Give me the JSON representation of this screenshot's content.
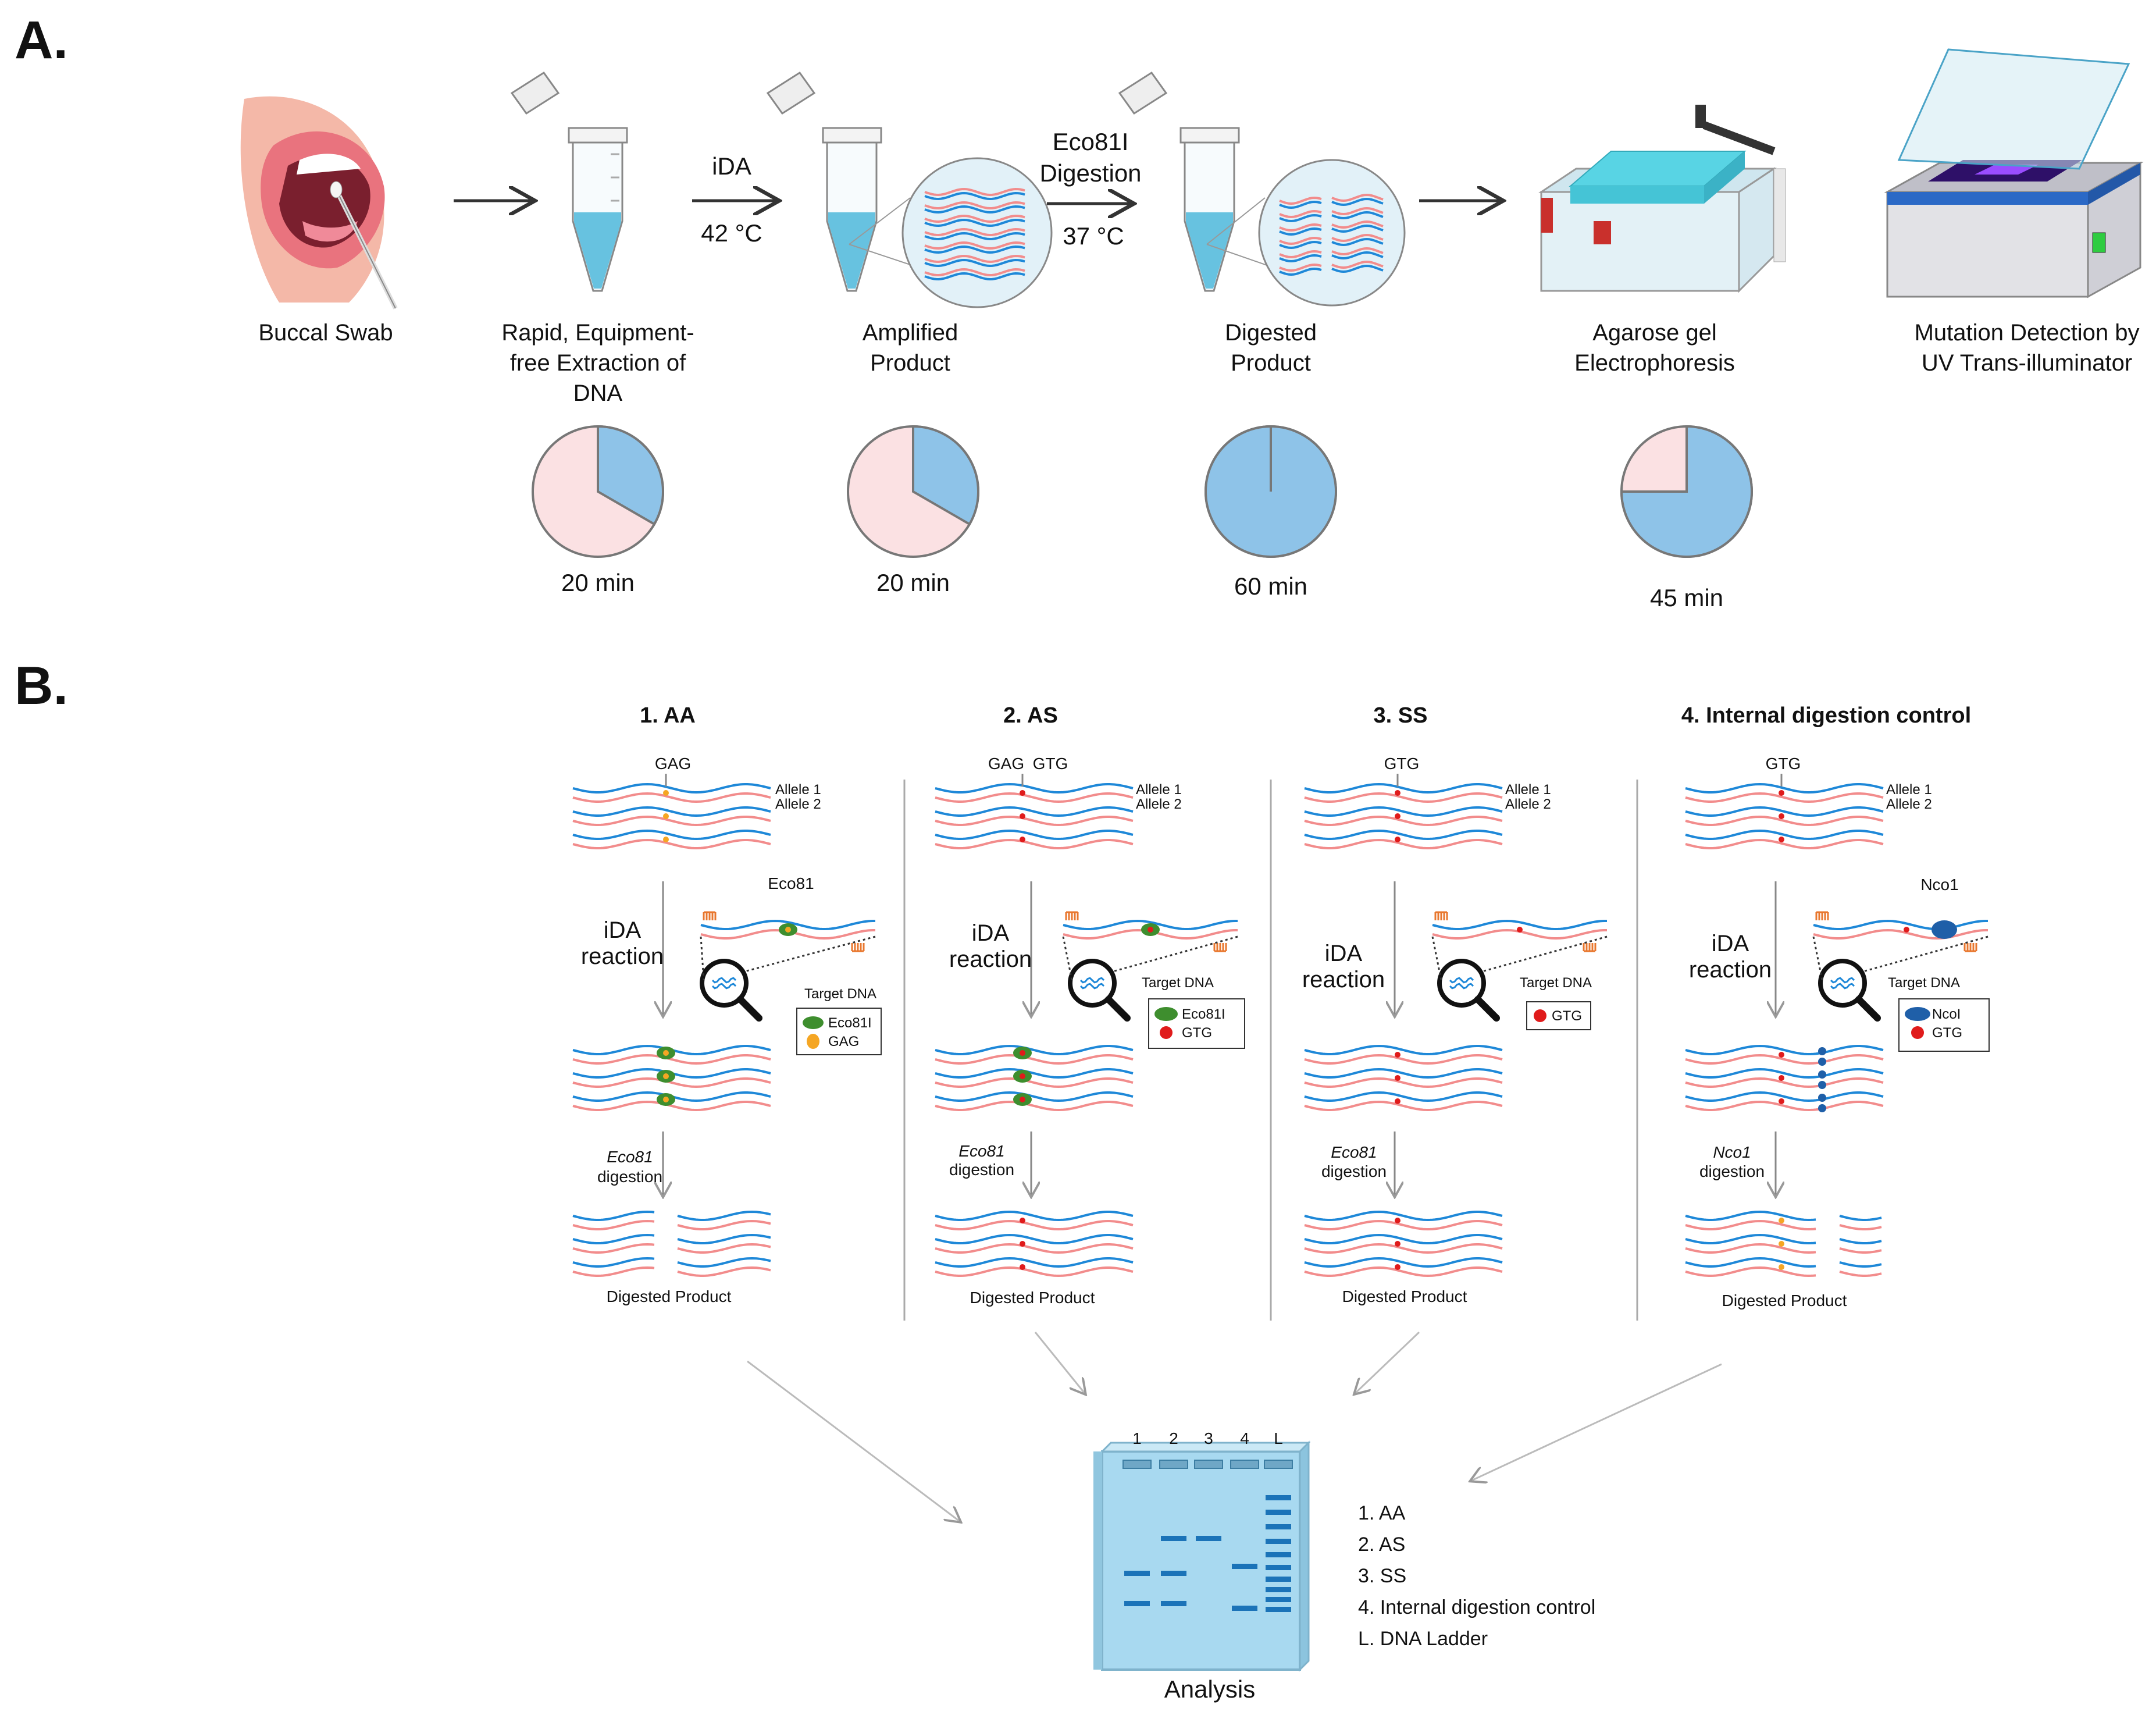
{
  "panel_a": {
    "label": "A.",
    "steps": [
      "Buccal Swab",
      [
        "Rapid, Equipment-",
        "free Extraction of",
        "DNA"
      ],
      [
        "Amplified",
        "Product"
      ],
      [
        "Digested",
        "Product"
      ],
      [
        "Agarose gel",
        "Electrophoresis"
      ],
      [
        "Mutation Detection by",
        "UV Trans-illuminator"
      ]
    ],
    "arrow_labels": {
      "ida": "iDA",
      "ida_temp": "42 °C",
      "eco_line1": "Eco81I",
      "eco_line2": "Digestion",
      "eco_temp": "37 °C"
    },
    "timers": [
      {
        "label": "20 min",
        "minutes": 20
      },
      {
        "label": "20 min",
        "minutes": 20
      },
      {
        "label": "60 min",
        "minutes": 60
      },
      {
        "label": "45 min",
        "minutes": 45
      }
    ]
  },
  "panel_b": {
    "label": "B.",
    "columns": [
      {
        "title": "1. AA",
        "codon": [
          "GAG"
        ],
        "enzyme": "Eco81",
        "legend": [
          "Eco81I",
          "GAG"
        ],
        "reaction": [
          "iDA",
          "reaction"
        ],
        "digestion": [
          "Eco81",
          "digestion"
        ],
        "product": "Digested Product"
      },
      {
        "title": "2. AS",
        "codon": [
          "GAG",
          "GTG"
        ],
        "enzyme": "",
        "legend": [
          "Eco81I",
          "GTG"
        ],
        "reaction": [
          "iDA",
          "reaction"
        ],
        "digestion": [
          "Eco81",
          "digestion"
        ],
        "product": "Digested Product"
      },
      {
        "title": "3. SS",
        "codon": [
          "GTG"
        ],
        "enzyme": "",
        "legend": [
          "GTG"
        ],
        "reaction": [
          "iDA",
          "reaction"
        ],
        "digestion": [
          "Eco81",
          "digestion"
        ],
        "product": "Digested Product"
      },
      {
        "title": "4. Internal digestion control",
        "codon": [
          "GTG"
        ],
        "enzyme": "Nco1",
        "legend": [
          "NcoI",
          "GTG"
        ],
        "reaction": [
          "iDA",
          "reaction"
        ],
        "digestion": [
          "Nco1",
          "digestion"
        ],
        "product": "Digested Product"
      }
    ],
    "allele1": "Allele 1",
    "allele2": "Allele 2",
    "target_dna": "Target DNA",
    "gel": {
      "lane_labels": [
        "1",
        "2",
        "3",
        "4",
        "L"
      ],
      "caption": "Analysis",
      "key": [
        "1.  AA",
        "2.  AS",
        "3.  SS",
        "4.  Internal digestion control",
        "L.  DNA Ladder"
      ]
    }
  },
  "colors": {
    "dna_blue": "#1e88d8",
    "dna_pink": "#f28c8c",
    "pie_blue": "#8ec3e8",
    "pie_pink": "#fbe1e3",
    "eco_green": "#3e8e2e",
    "gag_orange": "#f5a623",
    "gtg_red": "#e01b1b",
    "nco_blue": "#1f5fa8",
    "gel_fill": "#a8d9f0",
    "band": "#1b73b8"
  }
}
